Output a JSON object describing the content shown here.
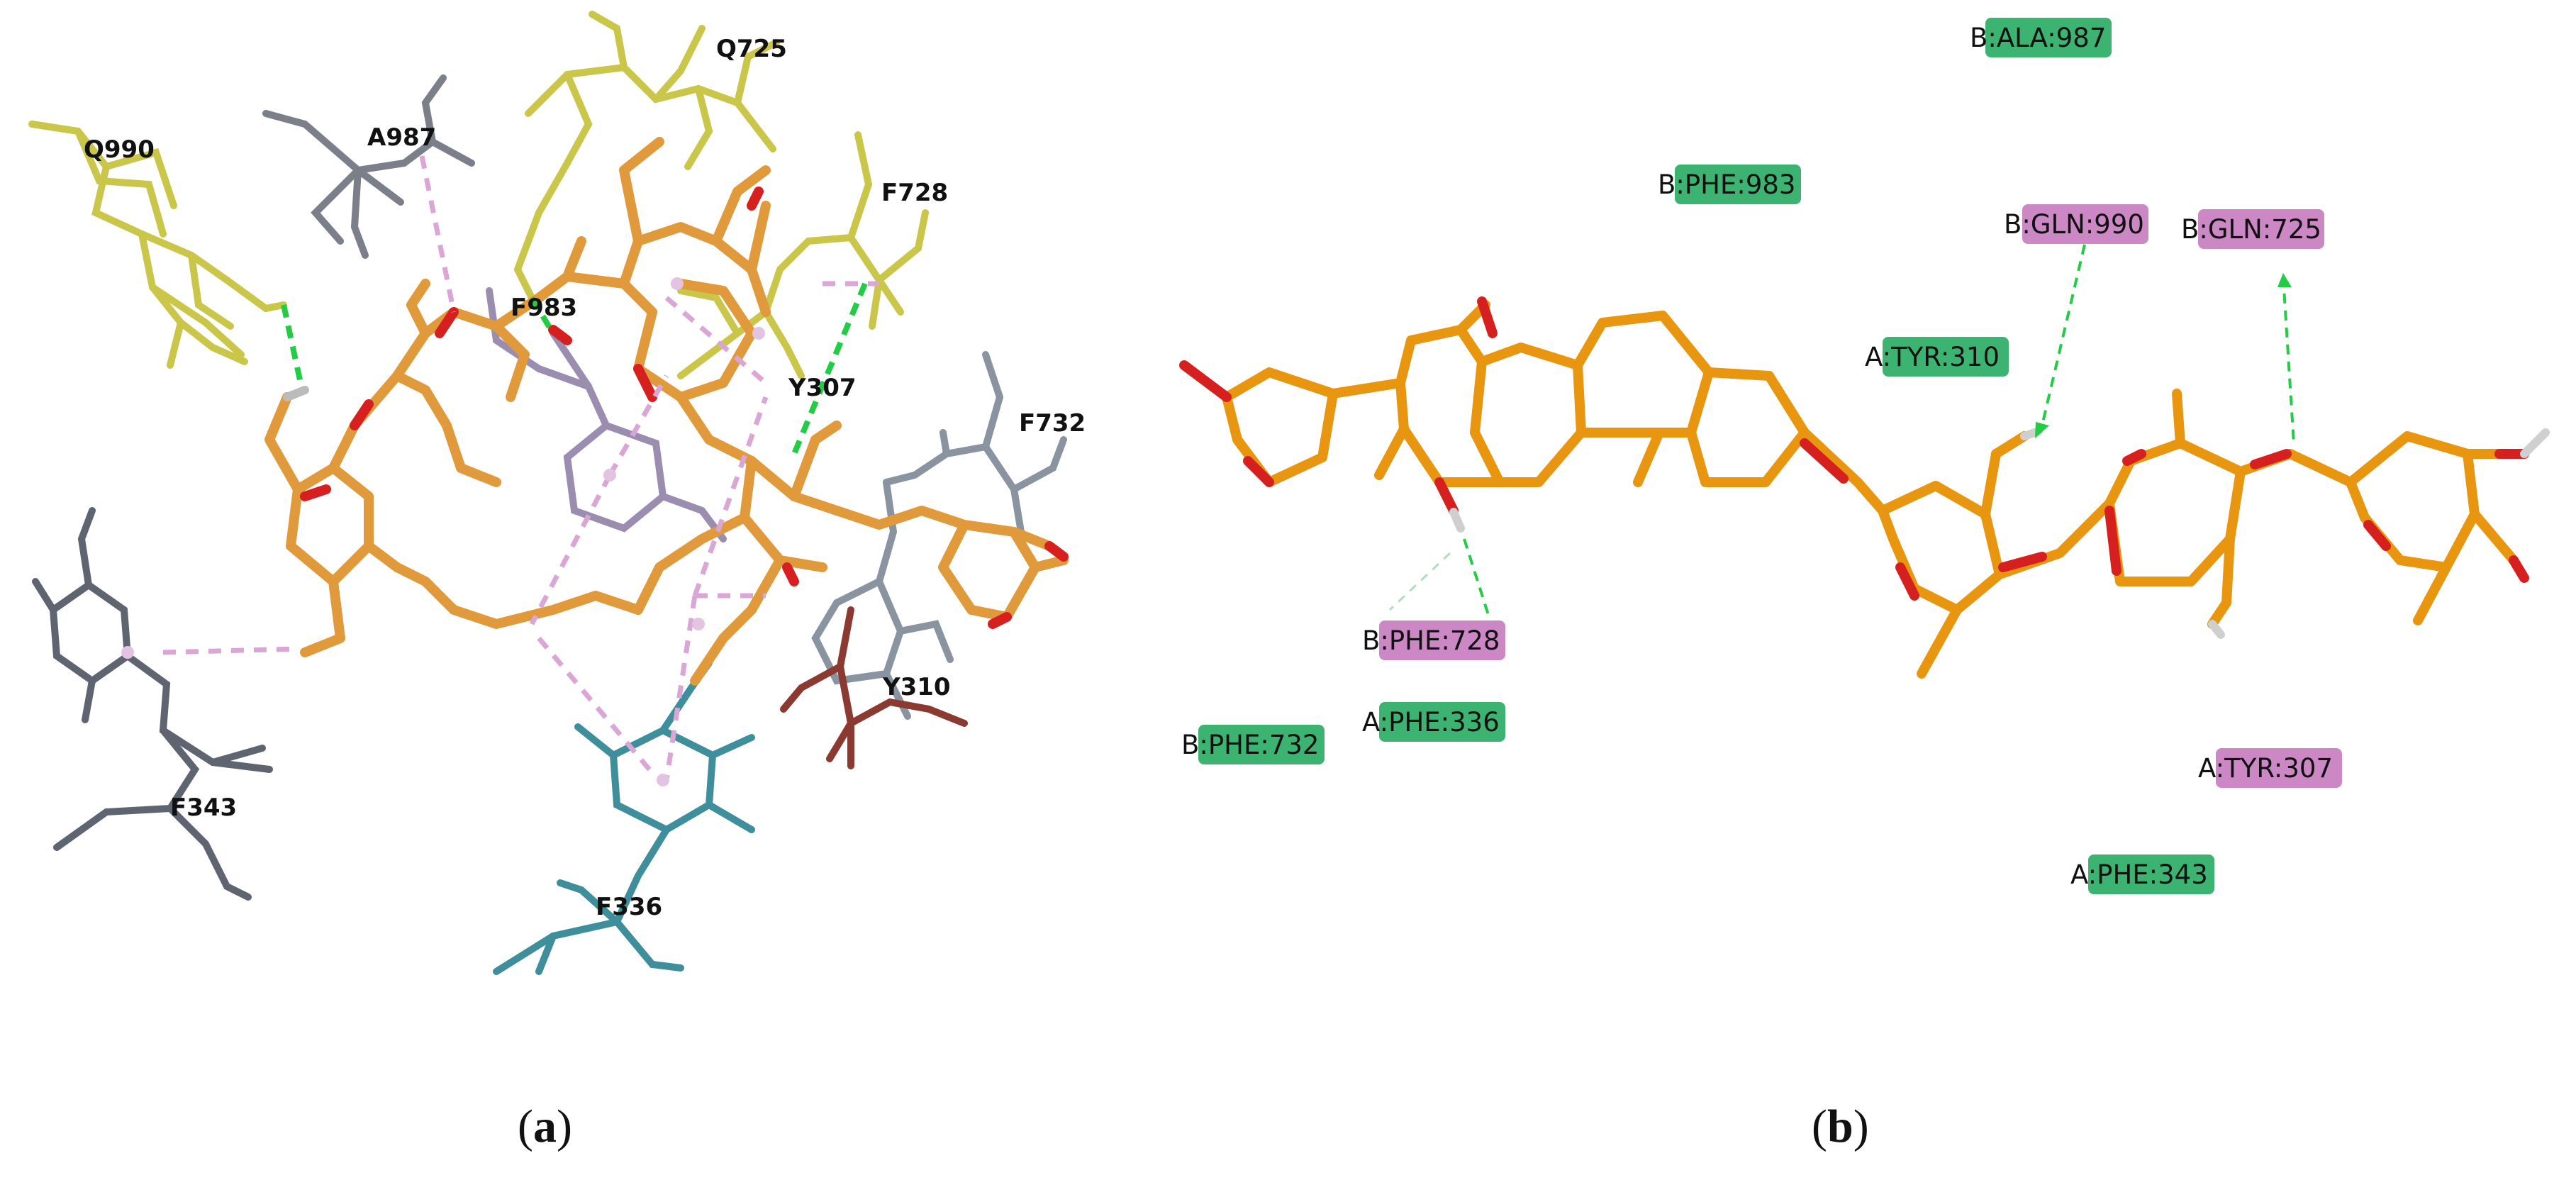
{
  "panel_a": {
    "residue_labels": [
      "Q725",
      "A987",
      "Q990",
      "F728",
      "F983",
      "Y307",
      "F732",
      "Y310",
      "F343",
      "F336"
    ]
  },
  "panel_b": {
    "residues": [
      {
        "chain": "B",
        "name": ":ALA:987",
        "color": "#3cb371"
      },
      {
        "chain": "B",
        "name": ":PHE:983",
        "color": "#3cb371"
      },
      {
        "chain": "B",
        "name": ":GLN:990",
        "color": "#cc88c4"
      },
      {
        "chain": "B",
        "name": ":GLN:725",
        "color": "#cc88c4"
      },
      {
        "chain": "A",
        "name": ":TYR:310",
        "color": "#3cb371"
      },
      {
        "chain": "B",
        "name": ":PHE:728",
        "color": "#cc88c4"
      },
      {
        "chain": "A",
        "name": ":PHE:336",
        "color": "#3cb371"
      },
      {
        "chain": "B",
        "name": ":PHE:732",
        "color": "#3cb371"
      },
      {
        "chain": "A",
        "name": ":TYR:307",
        "color": "#cc88c4"
      },
      {
        "chain": "A",
        "name": ":PHE:343",
        "color": "#3cb371"
      }
    ]
  },
  "captions": {
    "a": {
      "open": "(",
      "letter": "a",
      "close": ")"
    },
    "b": {
      "open": "(",
      "letter": "b",
      "close": ")"
    }
  },
  "colors": {
    "ligand": "#e09a3c",
    "ligand_2d": "#e8960f",
    "oxygen": "#d62020",
    "hbond": "#22cc44",
    "pi_contact": "#d9a6d6",
    "yellow_residue": "#c9c64a",
    "gray_residue": "#7a7f8a",
    "teal_residue": "#3e8f9b",
    "brown_residue": "#8b3a32"
  }
}
